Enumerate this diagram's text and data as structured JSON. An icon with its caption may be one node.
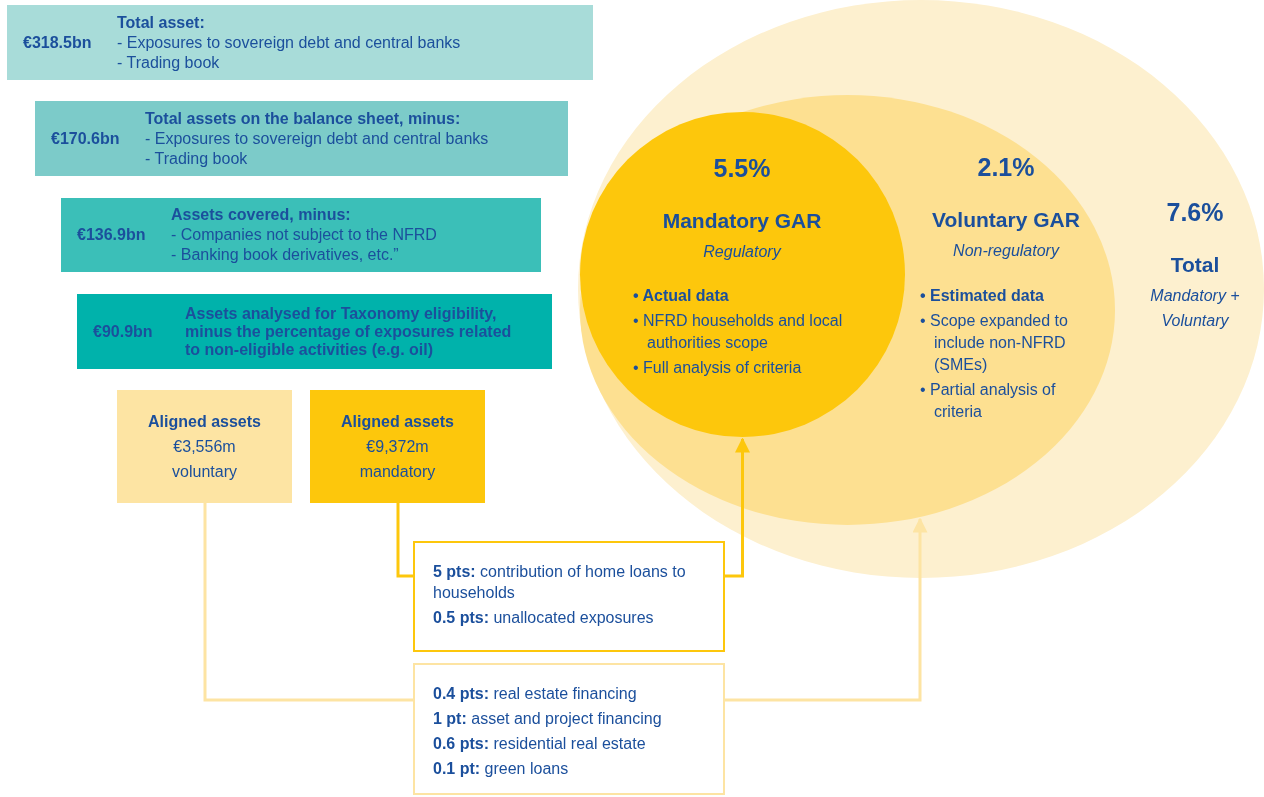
{
  "diagram": {
    "nodes": [
      {
        "text": [
          "€318.5bn",
          "Total asset:",
          "- Exposures to sovereign debt and central banks",
          "- Trading book"
        ]
      },
      {
        "text": [
          "€170.6bn",
          "Total assets on the balance sheet, minus:",
          "- Exposures to sovereign debt and central banks",
          "- Trading book"
        ]
      },
      {
        "text": [
          "€136.9bn",
          "Assets covered, minus:",
          "- Companies not subject to the NFRD",
          "- Banking book derivatives, etc.”"
        ]
      },
      {
        "text": [
          "€90.9bn",
          "Assets analysed for Taxonomy eligibility, minus the percentage of exposures related to non-eligible activities (e.g. oil)"
        ]
      },
      {
        "text": [
          "Aligned assets",
          "€3,556m",
          "voluntary"
        ]
      },
      {
        "text": [
          "Aligned assets",
          "€9,372m",
          "mandatory"
        ]
      },
      {
        "text": [
          "**5 pts:** contribution of home loans to households",
          "**0.5 pts:** unallocated exposures"
        ]
      },
      {
        "text": [
          "**0.4 pts:** real estate financing",
          "**1 pt:** asset and project financing",
          "**0.6 pts:** residential real estate",
          "**0.1 pt:** green loans"
        ]
      },
      {
        "text": [
          "7.6%",
          "Total",
          "Mandatory + Voluntary"
        ]
      },
      {
        "text": [
          "2.1%",
          "Voluntary GAR",
          "Non-regulatory",
          "• Estimated data",
          "• Scope expanded to include non-NFRD (SMEs)",
          "• Partial analysis of criteria"
        ],
        "in": 8
      },
      {
        "text": [
          "5.5%",
          "Mandatory GAR",
          "Regulatory",
          "• Actual data",
          "• NFRD households and local authorities scope",
          "• Full analysis of criteria"
        ],
        "in": 9
      }
    ],
    "edges": [
      {
        "from": 5,
        "to": 6,
        "arrow": "none",
        "color": "#fdc70c"
      },
      {
        "from": 6,
        "to": 10,
        "arrow": "to",
        "color": "#fdc70c"
      },
      {
        "from": 4,
        "to": 7,
        "arrow": "none",
        "color": "#fde4a3"
      },
      {
        "from": 7,
        "to": 9,
        "arrow": "to",
        "color": "#fde4a3"
      }
    ]
  }
}
